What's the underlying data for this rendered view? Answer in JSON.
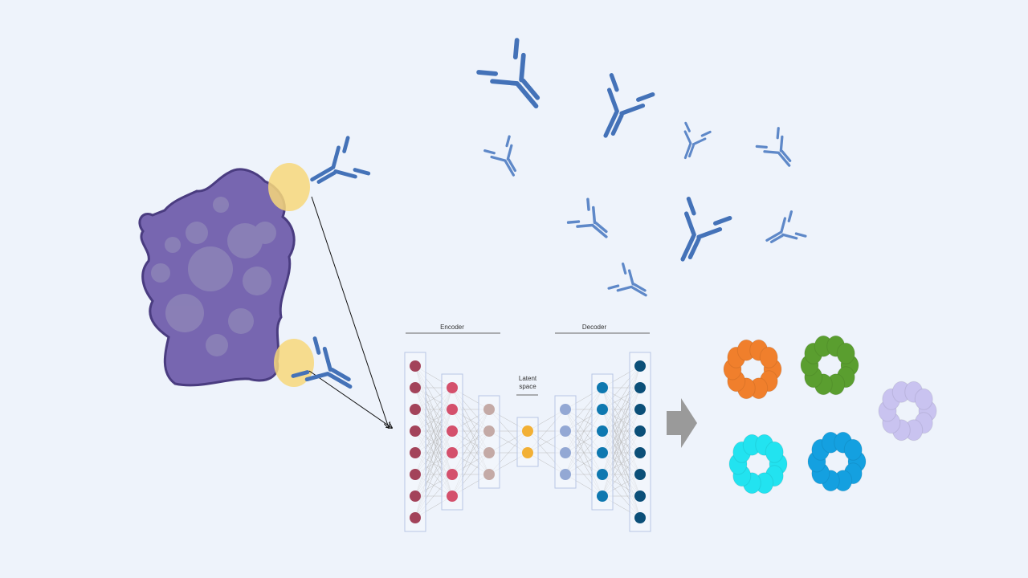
{
  "autoencoder": {
    "encoder_label": "Encoder",
    "decoder_label": "Decoder",
    "latent_label": "Latent space",
    "layer_sizes": [
      8,
      6,
      4,
      2,
      4,
      6,
      8
    ],
    "layer_colors": [
      "#a3435a",
      "#d4506c",
      "#c4aaa6",
      "#f2b035",
      "#93a8d4",
      "#0e78b0",
      "#0b4f78"
    ]
  },
  "colors": {
    "background": "#eef3fb",
    "antibody": "#4472b8",
    "protein": "#7766b0",
    "epitope": "#f7d77a"
  },
  "generated_structures": [
    {
      "name": "orange",
      "color": "#f07f2c"
    },
    {
      "name": "green",
      "color": "#5a9e2f"
    },
    {
      "name": "lavender",
      "color": "#c9c3f0"
    },
    {
      "name": "cyan",
      "color": "#22e3f0"
    },
    {
      "name": "blue",
      "color": "#14a0e0"
    }
  ]
}
